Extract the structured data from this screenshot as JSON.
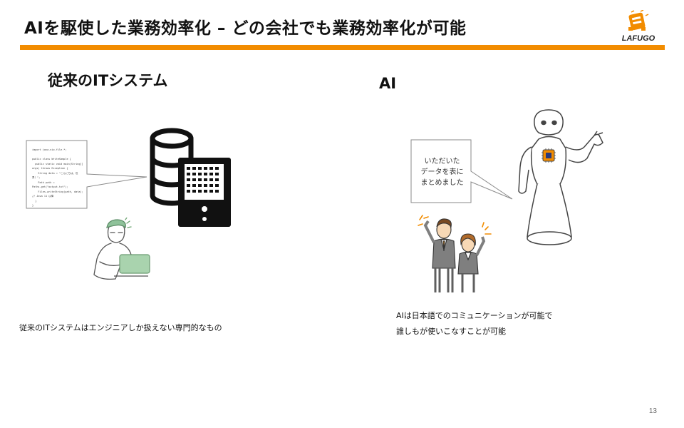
{
  "slide": {
    "title": "AIを駆使した業務効率化 – どの会社でも業務効率化が可能",
    "logo_text": "LAFUGO",
    "page_number": "13"
  },
  "left": {
    "heading": "従来のITシステム",
    "code_snippet": "import java.nio.file.*;\n\npublic class WriteSample {\n  public static void main(String[]\nargs) throws Exception {\n    String data = \"こんにちは、世\n界！\";\n    Path path =\nPaths.get(\"output.txt\");\n    Files.writeString(path, data);\n// Java 11 以降\n  }\n}",
    "caption": "従来のITシステムはエンジニアしか扱えない専門的なもの"
  },
  "right": {
    "heading": "AI",
    "speech_lines": [
      "いただいた",
      "データを表に",
      "まとめました"
    ],
    "caption_lines": [
      "AIは日本語でのコミュニケーションが可能で",
      "誰しもが使いこなすことが可能"
    ]
  },
  "colors": {
    "accent": "#f28c00",
    "robot_chip": "#f28c00"
  },
  "icons": [
    "logo-icon",
    "database-icon",
    "server-icon",
    "engineer-with-laptop",
    "robot-illustration",
    "business-people-illustration"
  ]
}
